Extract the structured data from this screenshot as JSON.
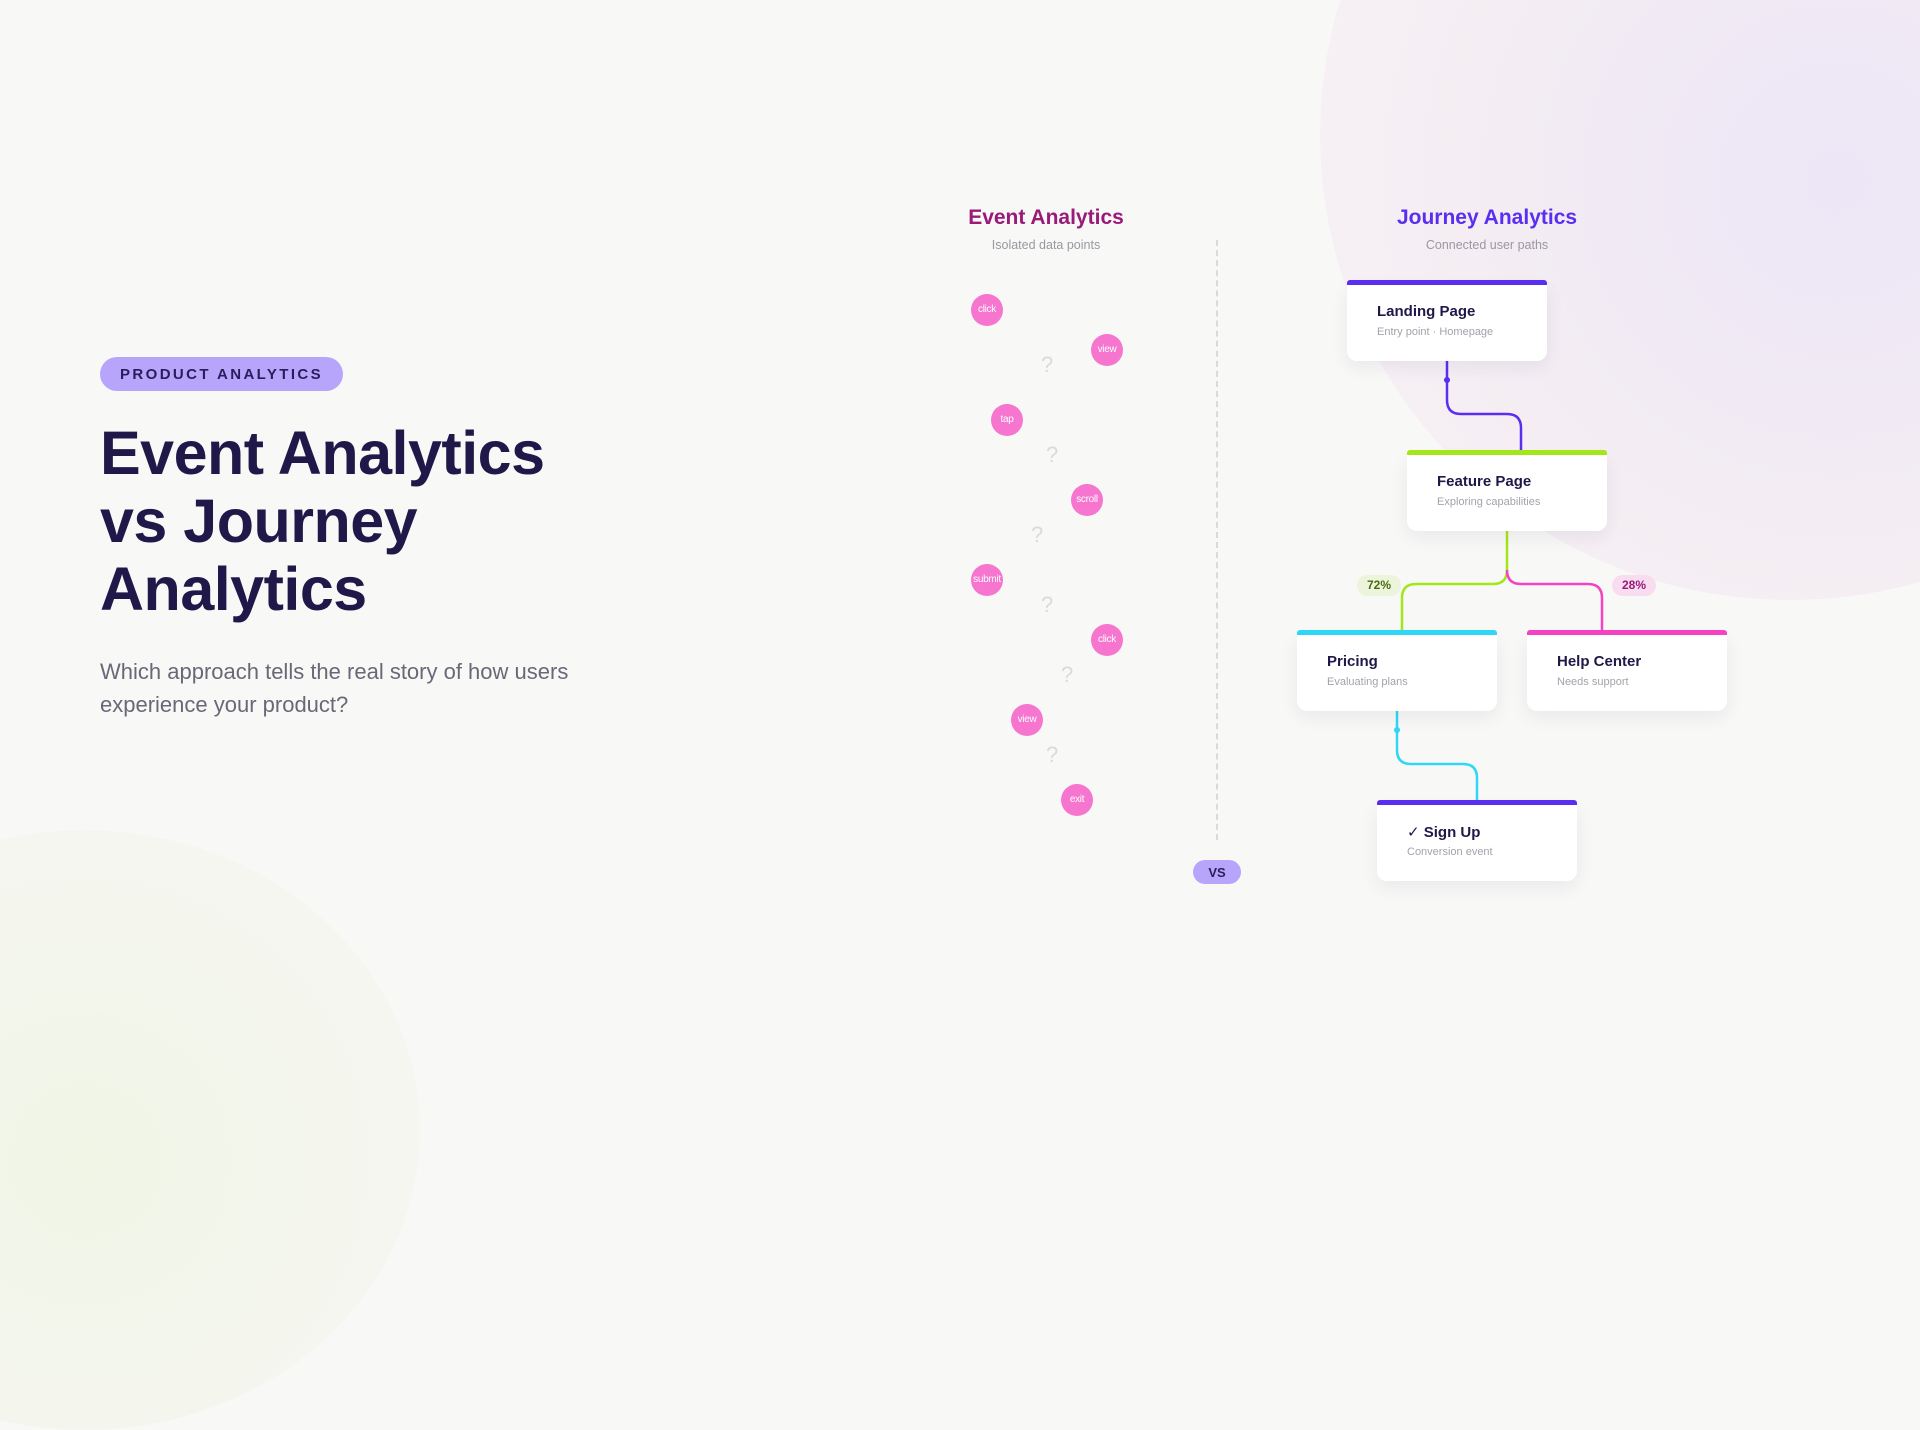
{
  "hero": {
    "badge": "PRODUCT ANALYTICS",
    "title_lines": [
      "Event Analytics",
      "vs Journey",
      "Analytics"
    ],
    "subtitle": "Which approach tells the real story of how users experience your product?"
  },
  "event_column": {
    "title": "Event Analytics",
    "subtitle": "Isolated data points",
    "title_color": "#9a1a78",
    "events": [
      {
        "label": "click"
      },
      {
        "label": "view"
      },
      {
        "label": "tap"
      },
      {
        "label": "scroll"
      },
      {
        "label": "submit"
      },
      {
        "label": "click"
      },
      {
        "label": "view"
      },
      {
        "label": "exit"
      }
    ],
    "unknown_marker": "?"
  },
  "divider": {
    "label": "VS"
  },
  "journey_column": {
    "title": "Journey Analytics",
    "subtitle": "Connected user paths",
    "title_color": "#5a2ef0",
    "nodes": [
      {
        "title": "Landing Page",
        "desc": "Entry point · Homepage",
        "color": "#5a2ef0"
      },
      {
        "title": "Feature Page",
        "desc": "Exploring capabilities",
        "color": "#a3e619"
      },
      {
        "title": "Pricing",
        "desc": "Evaluating plans",
        "color": "#2fd6f5"
      },
      {
        "title": "Help Center",
        "desc": "Needs support",
        "color": "#f542c5"
      },
      {
        "title": "✓ Sign Up",
        "desc": "Conversion event",
        "color": "#5a2ef0"
      }
    ],
    "splits": [
      {
        "label": "72%",
        "to": "Pricing"
      },
      {
        "label": "28%",
        "to": "Help Center"
      }
    ]
  }
}
